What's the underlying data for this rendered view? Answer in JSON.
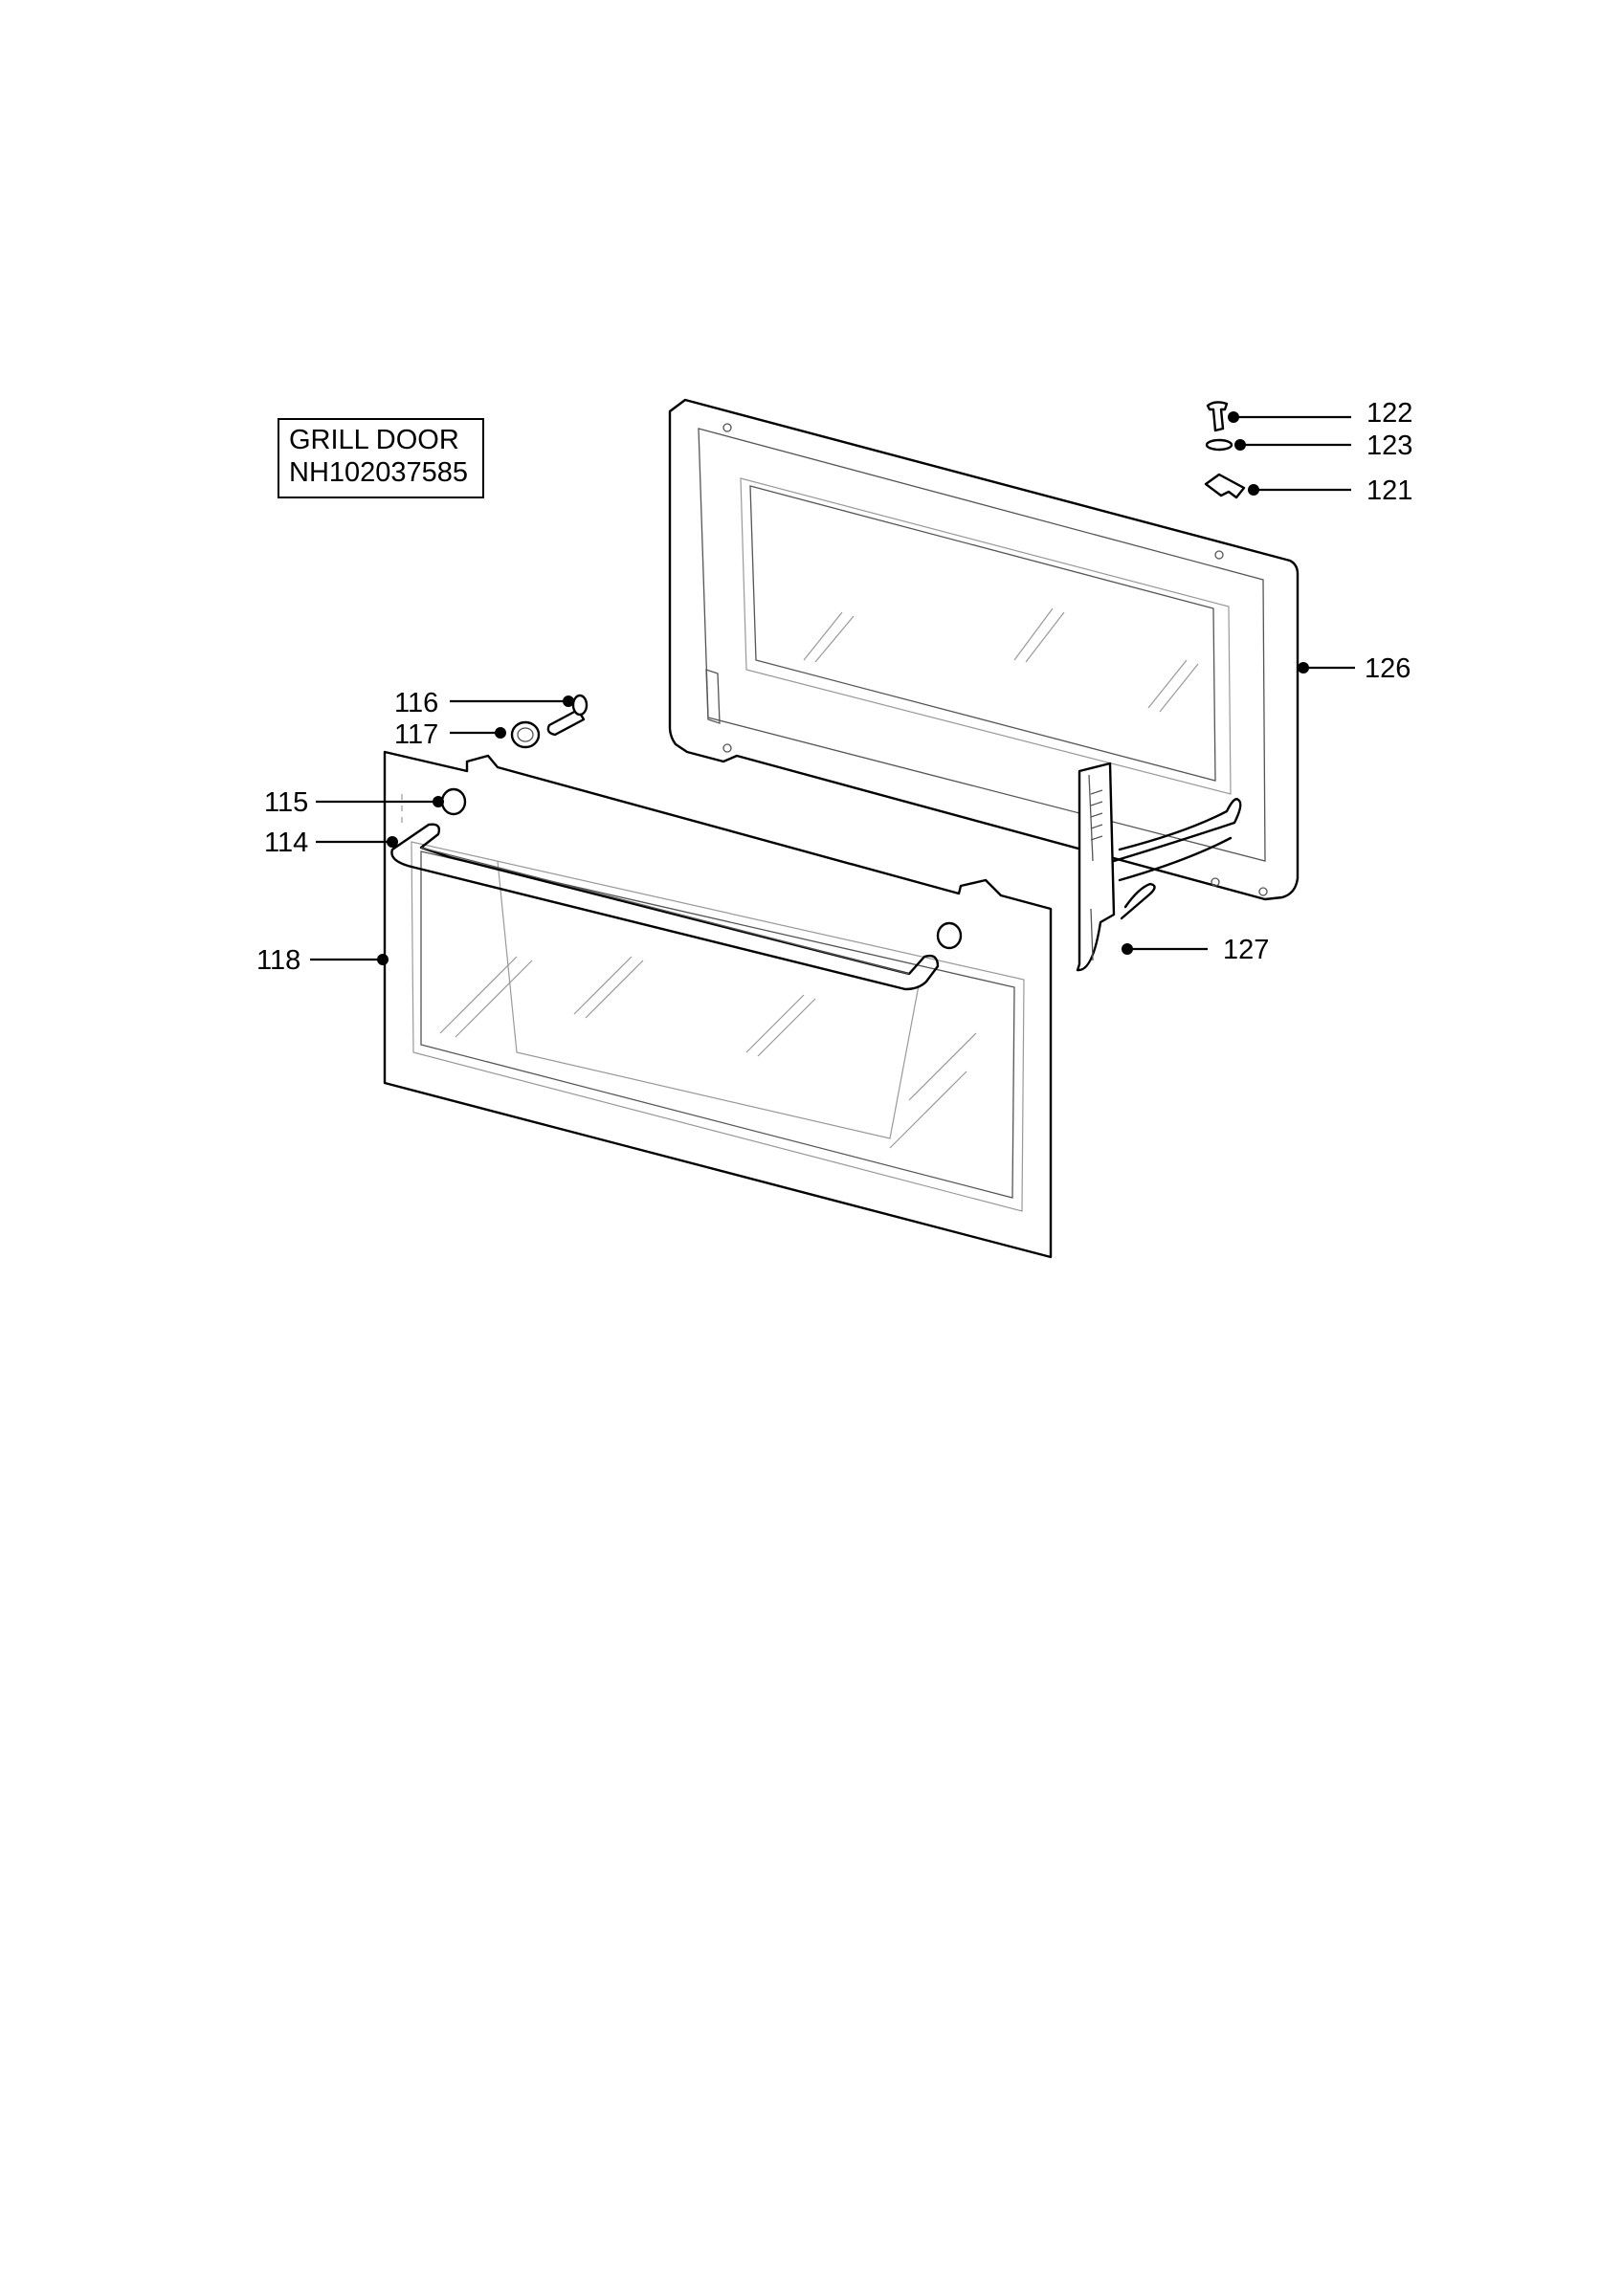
{
  "title": {
    "line1": "GRILL DOOR",
    "line2": "NH102037585"
  },
  "callouts": [
    {
      "id": "122",
      "label": "122"
    },
    {
      "id": "123",
      "label": "123"
    },
    {
      "id": "121",
      "label": "121"
    },
    {
      "id": "126",
      "label": "126"
    },
    {
      "id": "116",
      "label": "116"
    },
    {
      "id": "117",
      "label": "117"
    },
    {
      "id": "115",
      "label": "115"
    },
    {
      "id": "114",
      "label": "114"
    },
    {
      "id": "118",
      "label": "118"
    },
    {
      "id": "127",
      "label": "127"
    }
  ]
}
